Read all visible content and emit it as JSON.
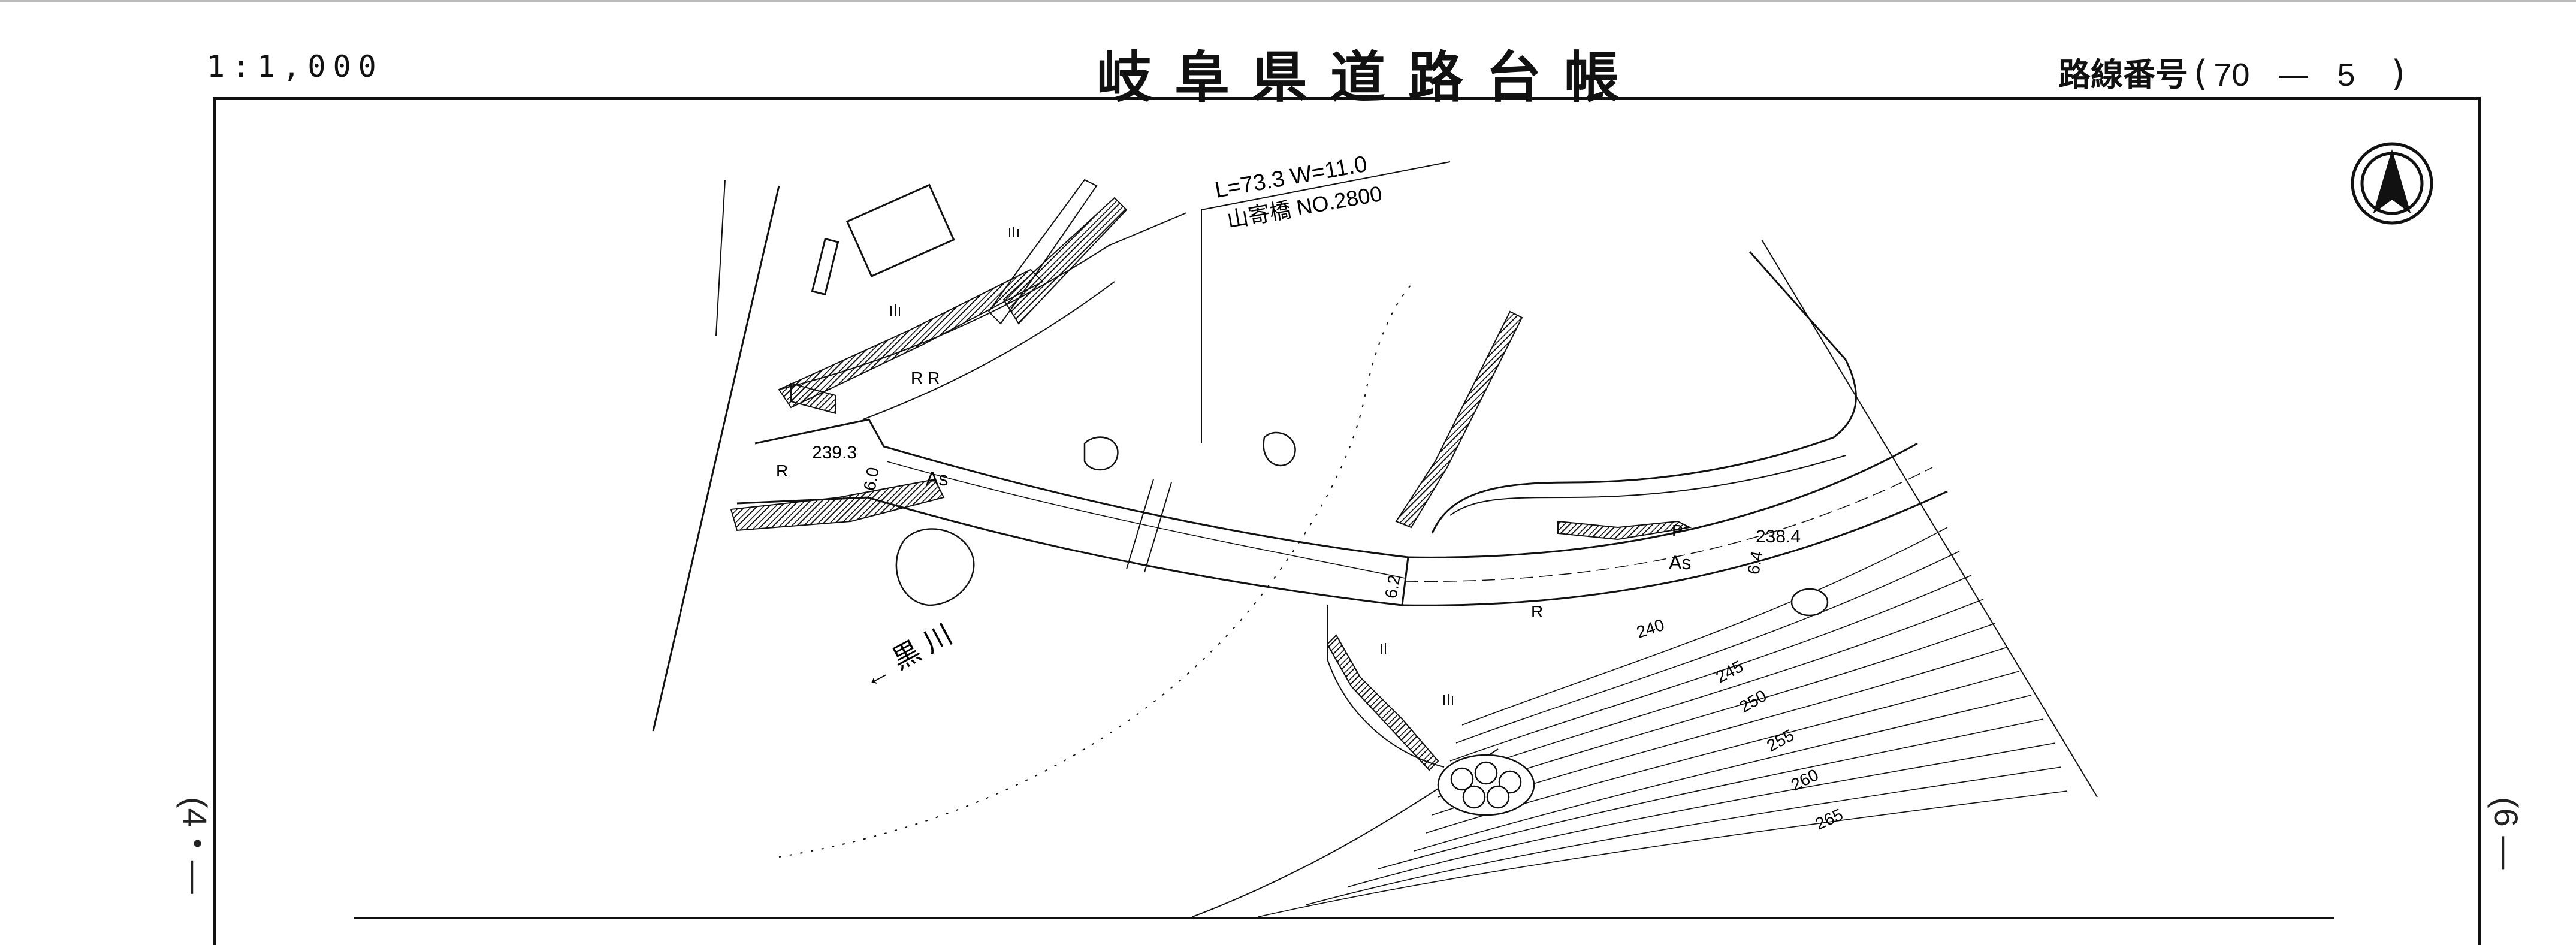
{
  "header": {
    "scale": "1:1,000",
    "title": "岐阜県道路台帳",
    "route_label": "路線番号",
    "route_open": "(",
    "route_number": "70",
    "route_dash": "—",
    "route_sheet": "5",
    "route_close": ")"
  },
  "side_refs": {
    "left": "(4・—",
    "right": "(6 —"
  },
  "bridge": {
    "dimensions": "L=73.3  W=11.0",
    "name": "山寄橋 NO.2800"
  },
  "river": {
    "label": "黒 川",
    "arrow": "←"
  },
  "road": {
    "surface_left": "As",
    "surface_right": "As",
    "elev_left": "239.3",
    "elev_right": "238.4",
    "width_a": "6.0",
    "width_b": "6.2",
    "width_c": "6.4",
    "mark_r": "R",
    "mark_rr": "R R",
    "mark_p": "P"
  },
  "contours": [
    "240",
    "245",
    "250",
    "255",
    "260",
    "265"
  ],
  "north_arrow": "north-arrow-icon"
}
